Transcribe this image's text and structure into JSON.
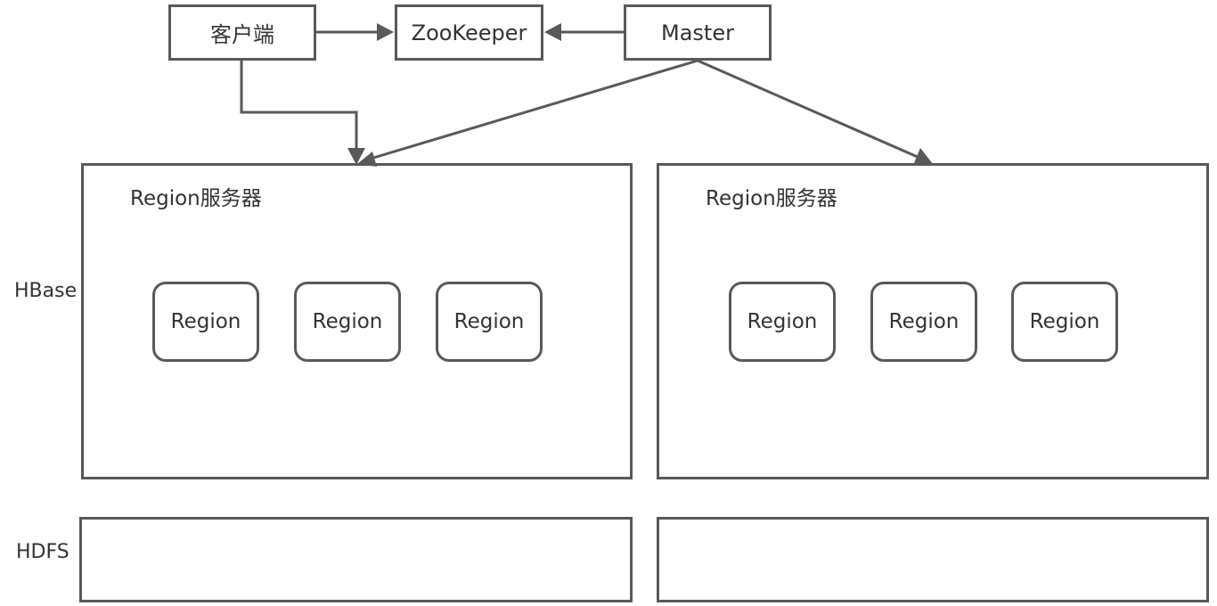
{
  "nodes": {
    "client": "客户端",
    "zookeeper": "ZooKeeper",
    "master": "Master"
  },
  "layers": {
    "hbase": "HBase",
    "hdfs": "HDFS"
  },
  "region_servers": [
    {
      "title": "Region服务器",
      "regions": [
        "Region",
        "Region",
        "Region"
      ]
    },
    {
      "title": "Region服务器",
      "regions": [
        "Region",
        "Region",
        "Region"
      ]
    }
  ],
  "colors": {
    "stroke": "#595959",
    "text": "#333333",
    "background": "#ffffff"
  }
}
